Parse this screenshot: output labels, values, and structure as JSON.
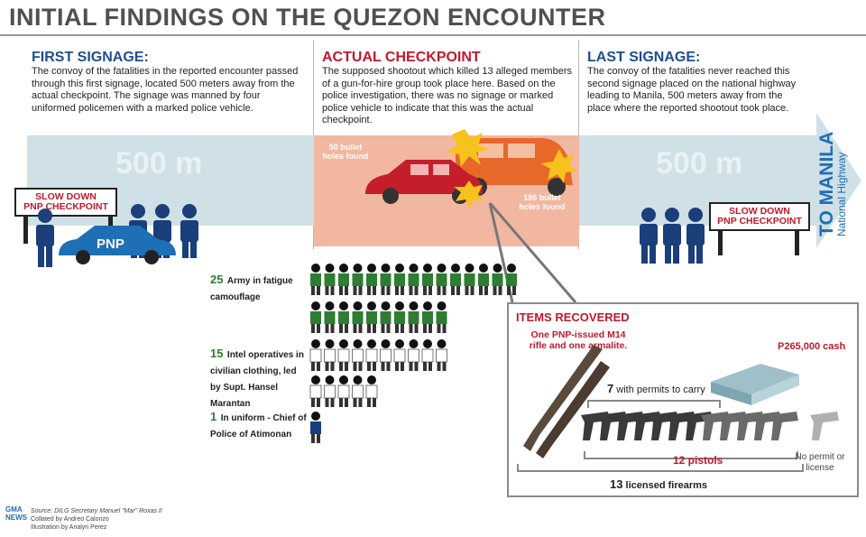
{
  "title": "INITIAL FINDINGS ON THE QUEZON ENCOUNTER",
  "sections": {
    "first": {
      "heading": "FIRST SIGNAGE:",
      "body": "The convoy of the fatalities in the reported encounter passed through this first signage, located 500 meters away from the actual checkpoint. The signage was manned by four uniformed policemen with a marked police vehicle."
    },
    "actual": {
      "heading": "ACTUAL CHECKPOINT",
      "body": "The supposed shootout which killed 13 alleged members of a gun-for-hire group took place here. Based on the police investigation, there was no signage or marked police vehicle to indicate that this was the actual checkpoint."
    },
    "last": {
      "heading": "LAST SIGNAGE:",
      "body": "The convoy of the fatalities never reached this second signage placed on the national highway leading to Manila, 500 meters away from the place where the reported shootout took place."
    }
  },
  "road": {
    "distance_left": "500 m",
    "distance_right": "500 m",
    "to_manila": "TO MANILA",
    "highway": "National Highway"
  },
  "signs": {
    "left_line1": "SLOW DOWN",
    "left_line2": "PNP CHECKPOINT",
    "right_line1": "SLOW DOWN",
    "right_line2": "PNP CHECKPOINT"
  },
  "police_car_label": "PNP",
  "bullet_labels": {
    "car1": "50 bullet holes found",
    "car2": "186 bullet holes found"
  },
  "personnel": [
    {
      "count": "25",
      "text": "Army in fatigue camouflage",
      "color": "#2e7d32"
    },
    {
      "count": "15",
      "text": "Intel operatives in civilian clothing, led by Supt. Hansel Marantan",
      "color": "#ffffff"
    },
    {
      "count": "1",
      "text": "In uniform - Chief of Police of Atimonan",
      "color": "#1a3f7a"
    }
  ],
  "items": {
    "heading": "ITEMS RECOVERED",
    "rifles": "One PNP-issued M14 rifle and one armalite.",
    "cash": "P265,000 cash",
    "permits_num": "7",
    "permits_text": "with permits to carry",
    "pistols": "12 pistols",
    "no_permit": "No permit or license",
    "licensed_num": "13",
    "licensed_text": "licensed firearms"
  },
  "credits": {
    "logo": "GMA NEWS",
    "source": "Source: DILG Secretary Manuel \"Mar\" Roxas II",
    "collated": "Collated by Andreo Calonzo",
    "illustration": "Illustration by Analyn Perez"
  },
  "colors": {
    "road": "#cfe0e6",
    "checkpoint": "#f2b7a0",
    "accent_red": "#c0192c",
    "heading_blue": "#1f4e8c",
    "army_green": "#2e7d32",
    "police_blue": "#1a3f7a"
  }
}
